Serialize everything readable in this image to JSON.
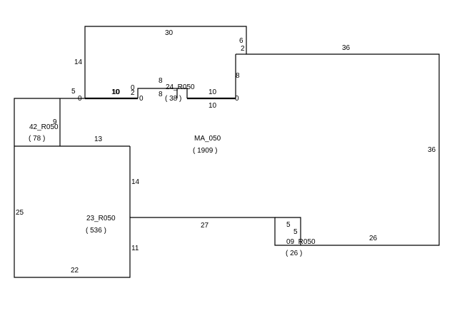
{
  "rooms": {
    "ma": {
      "name": "MA_050",
      "area": "( 1909 )"
    },
    "r24": {
      "name": "24_R050",
      "area": "( 38 )"
    },
    "r42": {
      "name": "42_R050",
      "area": "( 78 )"
    },
    "r23": {
      "name": "23_R050",
      "area": "( 536 )"
    },
    "r09": {
      "name": "09_R050",
      "area": "( 26 )"
    }
  },
  "dimensions": {
    "top_30": "30",
    "left_14": "14",
    "step_6": "6",
    "step_2": "2",
    "right_top_36": "36",
    "right_36": "36",
    "mid_8": "8",
    "ledge_5": "5",
    "ledge_0": "0",
    "seg_10_a": "10",
    "seg_10_b": "10",
    "small_0_a": "0",
    "small_2": "2",
    "small_0_b": "0",
    "small_8_top": "8",
    "small_8_bottom": "8",
    "small_0_right": "0",
    "seg_10_c": "10",
    "seg_10_d": "10",
    "r42_9": "9",
    "r42_13": "13",
    "r23_14": "14",
    "r23_25": "25",
    "r23_11": "11",
    "r23_22": "22",
    "bottom_27": "27",
    "notch_5_a": "5",
    "notch_5_b": "5",
    "bottom_26": "26"
  },
  "colors": {
    "line": "#000000",
    "background": "#ffffff"
  }
}
